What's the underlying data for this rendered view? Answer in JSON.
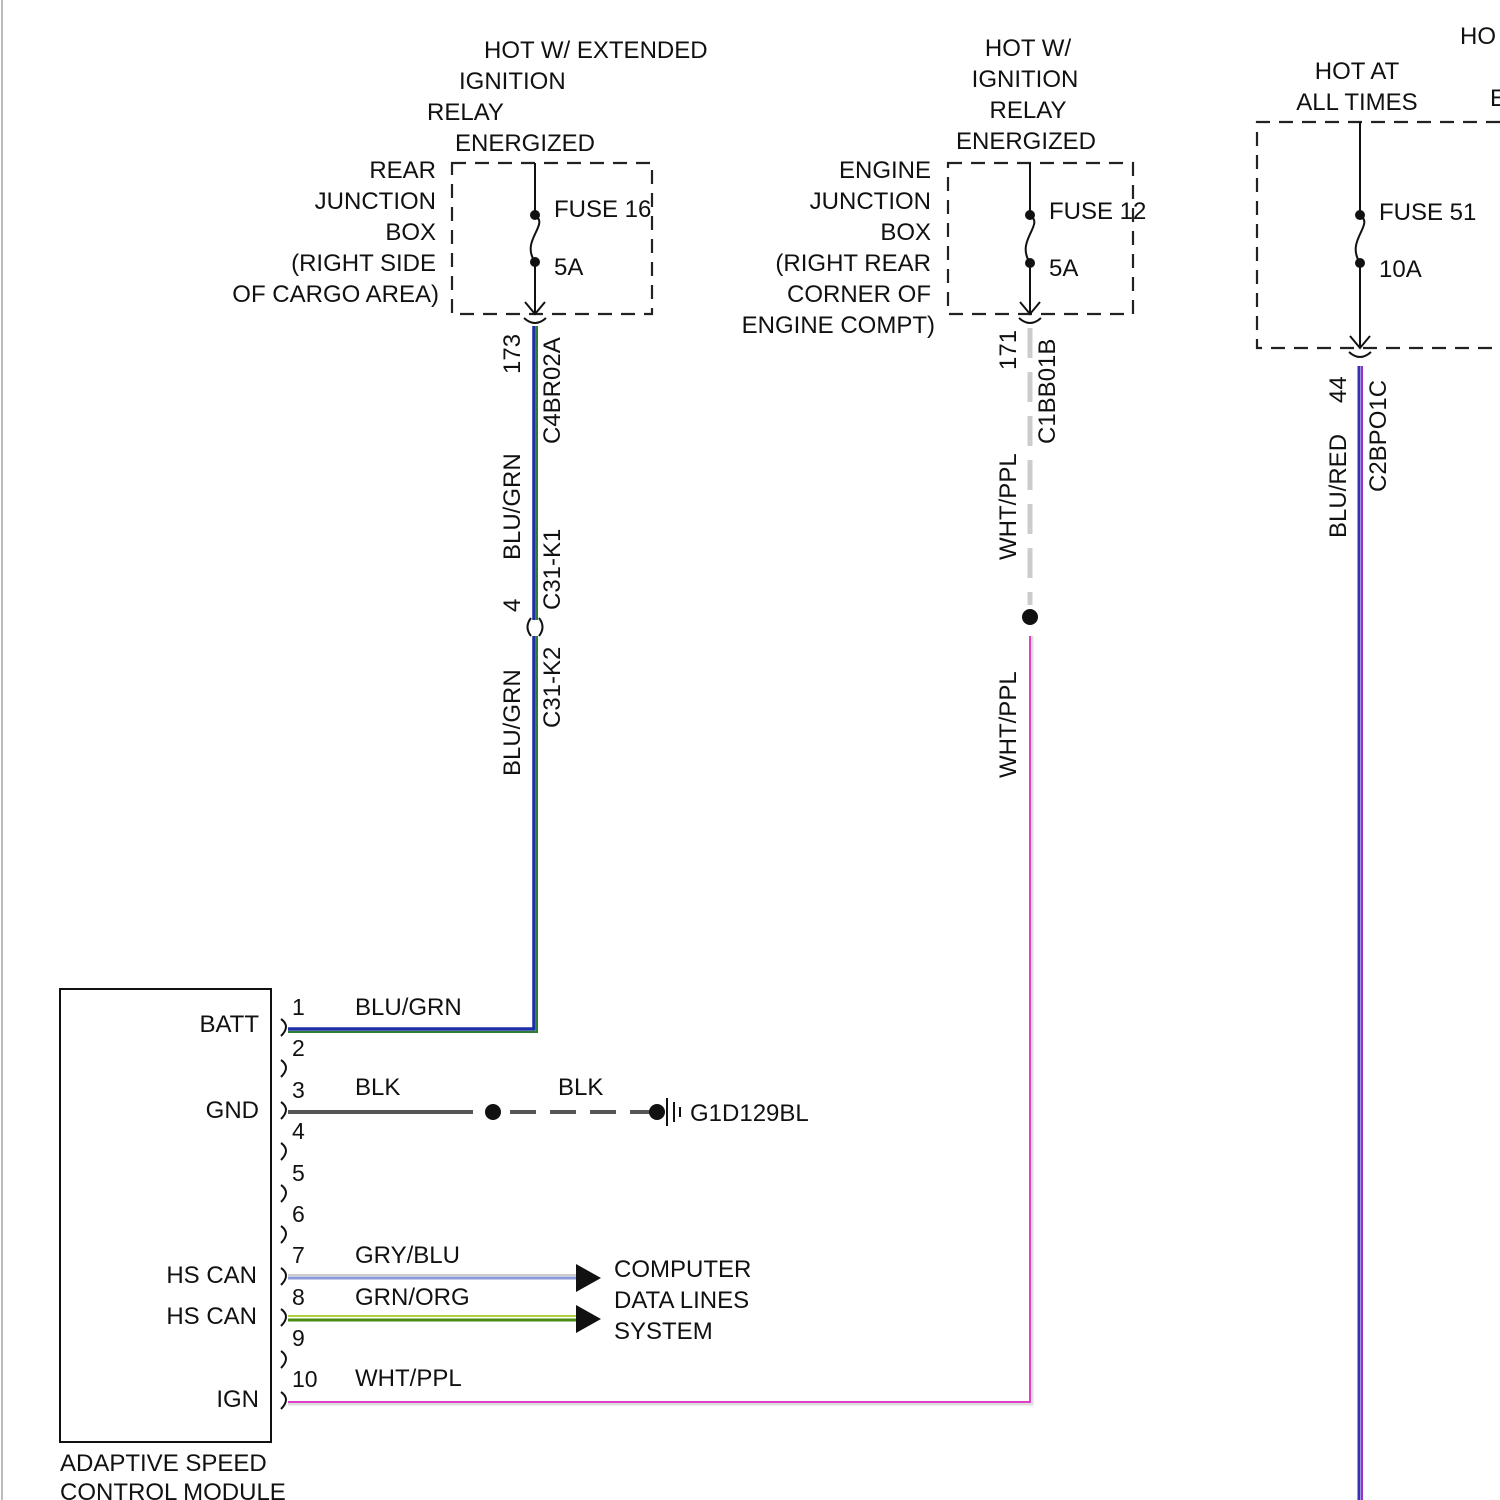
{
  "sources": {
    "fuse16": {
      "header": [
        "HOT W/ EXTENDED",
        "IGNITION",
        "RELAY",
        "ENERGIZED"
      ],
      "location": [
        "REAR",
        "JUNCTION",
        "BOX",
        "(RIGHT SIDE",
        "OF CARGO AREA)"
      ],
      "fuse_label": "FUSE 16",
      "rating": "5A"
    },
    "fuse12": {
      "header": [
        "HOT W/",
        "IGNITION",
        "RELAY",
        "ENERGIZED"
      ],
      "location": [
        "ENGINE",
        "JUNCTION",
        "BOX",
        "(RIGHT REAR",
        "CORNER OF",
        "ENGINE COMPT)"
      ],
      "fuse_label": "FUSE 12",
      "rating": "5A"
    },
    "fuse51": {
      "header": [
        "HOT AT",
        "ALL TIMES"
      ],
      "fuse_label": "FUSE 51",
      "rating": "10A",
      "partial_text": [
        "HO",
        "E"
      ]
    }
  },
  "wires": {
    "w173": {
      "circuit": "173",
      "connector": "C4BR02A",
      "color_label": "BLU/GRN"
    },
    "c31": {
      "pin": "4",
      "connector_top": "C31-K1",
      "connector_bottom": "C31-K2",
      "color_label": "BLU/GRN"
    },
    "w171": {
      "circuit": "171",
      "connector": "C1BB01B",
      "color_label_top": "WHT/PPL",
      "color_label_bottom": "WHT/PPL"
    },
    "w44": {
      "circuit": "44",
      "connector": "C2BPO1C",
      "color_label": "BLU/RED"
    }
  },
  "module": {
    "name_line1": "ADAPTIVE SPEED",
    "name_line2": "CONTROL MODULE",
    "pins": [
      "1",
      "2",
      "3",
      "4",
      "5",
      "6",
      "7",
      "8",
      "9",
      "10"
    ],
    "labels": {
      "batt": "BATT",
      "gnd": "GND",
      "hscan1": "HS CAN",
      "hscan2": "HS CAN",
      "ign": "IGN"
    },
    "wire_labels": {
      "p1": "BLU/GRN",
      "p3": "BLK",
      "p7": "GRY/BLU",
      "p8": "GRN/ORG",
      "p10": "WHT/PPL"
    }
  },
  "ground": {
    "wire_label": "BLK",
    "id": "G1D129BL"
  },
  "data_lines": [
    "COMPUTER",
    "DATA LINES",
    "SYSTEM"
  ],
  "colors": {
    "blu_grn": "#1c2fa6",
    "blu_grn_accent": "#2e7d32",
    "wht_ppl": "#e040c8",
    "blu_red": "#5a2fc8",
    "gry_blu": "#8a9ad8",
    "grn_org": "#6aa820",
    "blk": "#555555"
  }
}
